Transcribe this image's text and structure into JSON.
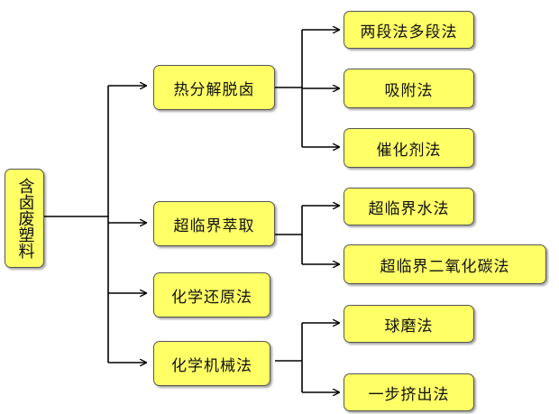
{
  "root": {
    "label": "含卤废塑料"
  },
  "level1": [
    {
      "label": "热分解脱卤"
    },
    {
      "label": "超临界萃取"
    },
    {
      "label": "化学还原法"
    },
    {
      "label": "化学机械法"
    }
  ],
  "level2": [
    {
      "label": "两段法多段法"
    },
    {
      "label": "吸附法"
    },
    {
      "label": "催化剂法"
    },
    {
      "label": "超临界水法"
    },
    {
      "label": "超临界二氧化碳法"
    },
    {
      "label": "球磨法"
    },
    {
      "label": "一步挤出法"
    }
  ]
}
